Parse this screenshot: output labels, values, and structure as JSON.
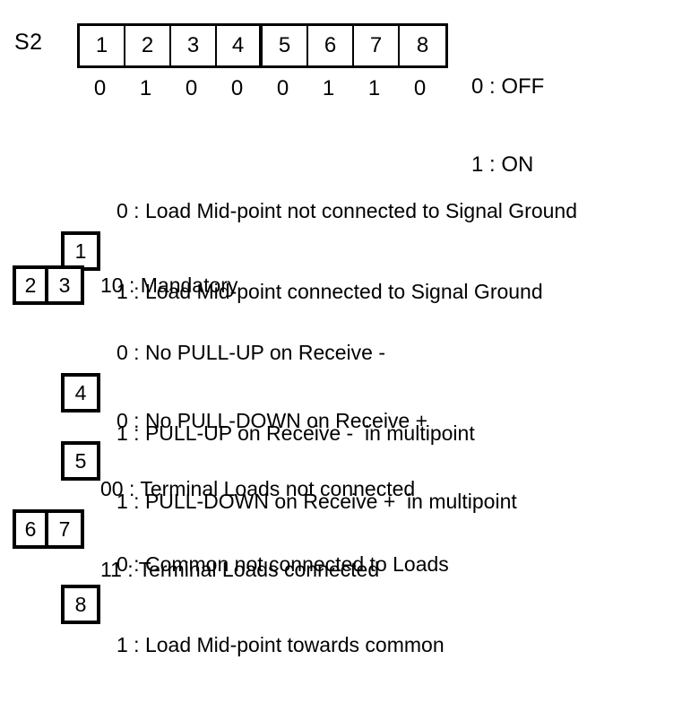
{
  "bank": {
    "label": "S2",
    "switches": [
      "1",
      "2",
      "3",
      "4",
      "5",
      "6",
      "7",
      "8"
    ],
    "bits": [
      "0",
      "1",
      "0",
      "0",
      "0",
      "1",
      "1",
      "0"
    ]
  },
  "legend": {
    "off": "0 : OFF",
    "on": "1 : ON"
  },
  "rows": [
    {
      "boxes": [
        "1"
      ],
      "lines": [
        "0 : Load Mid-point not connected to Signal Ground",
        "1 : Load Mid-point connected to Signal Ground"
      ]
    },
    {
      "boxes": [
        "2",
        "3"
      ],
      "lines": [
        "10 : Mandatory"
      ]
    },
    {
      "boxes": [
        "4"
      ],
      "lines": [
        "0 : No PULL-UP on Receive -",
        "1 : PULL-UP on Receive -  in multipoint"
      ]
    },
    {
      "boxes": [
        "5"
      ],
      "lines": [
        "0 : No PULL-DOWN on Receive +",
        "1 : PULL-DOWN on Receive +  in multipoint"
      ]
    },
    {
      "boxes": [
        "6",
        "7"
      ],
      "lines": [
        "00 : Terminal Loads not connected",
        "11 : Terminal Loads connected"
      ]
    },
    {
      "boxes": [
        "8"
      ],
      "lines": [
        "0 : Common not connected to Loads",
        "1 : Load Mid-point towards common"
      ]
    }
  ],
  "colors": {
    "ink": "#000000",
    "background": "#ffffff"
  }
}
